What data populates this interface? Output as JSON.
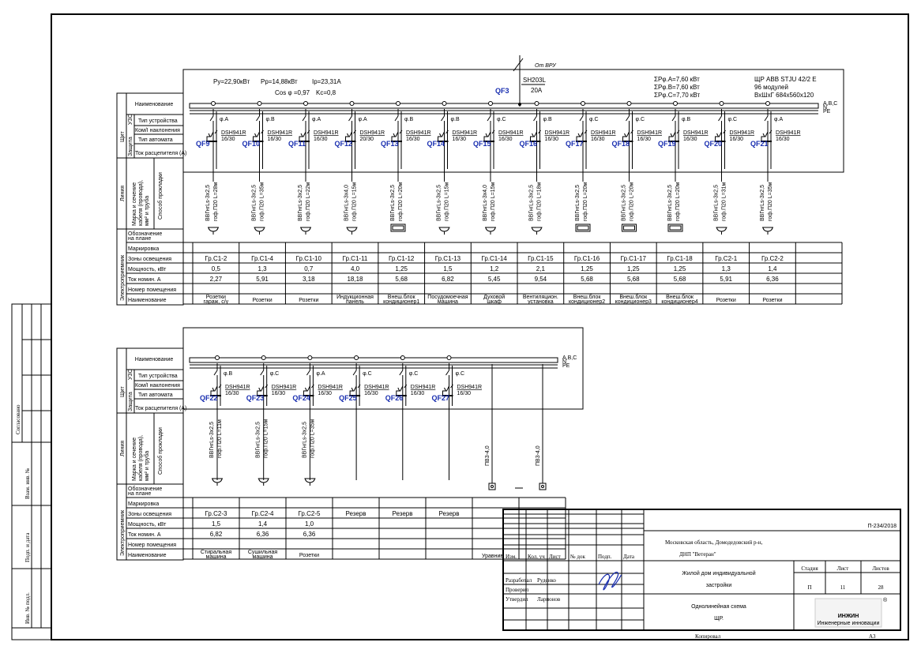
{
  "panel1": {
    "params": {
      "py": "Py=22,90кВт",
      "pp": "Pp=14,88кВт",
      "ip": "Ip=23,31A",
      "cos": "Cos φ =0,97",
      "kc": "Kc=0,8"
    },
    "phase_sums": [
      "ΣPφ.A=7,60  кВт",
      "ΣPφ.B=7,60  кВт",
      "ΣPφ.C=7,70  кВт"
    ],
    "cabinet": [
      "ЩР  ABB  STJU  42/2  E",
      "96  модулей",
      "ВхШхГ  684x560x120"
    ],
    "input": {
      "source": "От ВРУ",
      "breaker": "QF3",
      "model": "SH203L",
      "rating": "20A"
    },
    "bus_label": [
      "A,B,C",
      "N",
      "PE"
    ],
    "columns": [
      {
        "qf": "QF9",
        "phase": "φ.A",
        "type": "DSH941R",
        "rating": "16/30",
        "cable": "ВВГнгLs-3х2,5",
        "route": "гоф.П20  L=28м",
        "symbol": "socket",
        "group": "Гр.С1-2",
        "power": "0,5",
        "current": "2,27",
        "name": "Розетки гараж, с/у"
      },
      {
        "qf": "QF10",
        "phase": "φ.B",
        "type": "DSH941R",
        "rating": "16/30",
        "cable": "ВВГнгLs-3х2,5",
        "route": "гоф.П20  L=35м",
        "symbol": "socket",
        "group": "Гр.С1-4",
        "power": "1,3",
        "current": "5,91",
        "name": "Розетки"
      },
      {
        "qf": "QF11",
        "phase": "φ.A",
        "type": "DSH941R",
        "rating": "16/30",
        "cable": "ВВГнгLs-3х2,5",
        "route": "гоф.П20  L=22м",
        "symbol": "socket",
        "group": "Гр.С1-10",
        "power": "0,7",
        "current": "3,18",
        "name": "Розетки"
      },
      {
        "qf": "QF12",
        "phase": "φ.A",
        "type": "DSH941R",
        "rating": "20/30",
        "cable": "ВВГнгLs-3х4,0",
        "route": "гоф.П20  L=15м",
        "symbol": "socket",
        "group": "Гр.С1-11",
        "power": "4,0",
        "current": "18,18",
        "name": "Индукционная панель"
      },
      {
        "qf": "QF13",
        "phase": "φ.B",
        "type": "DSH941R",
        "rating": "16/30",
        "cable": "ВВГнгLs-3х2,5",
        "route": "гоф.П20  L=20м",
        "symbol": "box",
        "group": "Гр.С1-12",
        "power": "1,25",
        "current": "5,68",
        "name": "Внеш.блок кондиционер1"
      },
      {
        "qf": "QF14",
        "phase": "φ.B",
        "type": "DSH941R",
        "rating": "16/30",
        "cable": "ВВГнгLs-3х2,5",
        "route": "гоф.П20  L=15м",
        "symbol": "socket",
        "group": "Гр.С1-13",
        "power": "1,5",
        "current": "6,82",
        "name": "Посудомоечная машина"
      },
      {
        "qf": "QF15",
        "phase": "φ.C",
        "type": "DSH941R",
        "rating": "16/30",
        "cable": "ВВГнгLs-3х4,0",
        "route": "гоф.П20  L=15м",
        "symbol": "socket",
        "group": "Гр.С1-14",
        "power": "1,2",
        "current": "5,45",
        "name": "Духовой шкаф"
      },
      {
        "qf": "QF16",
        "phase": "φ.B",
        "type": "DSH941R",
        "rating": "16/30",
        "cable": "ВВГнгLs-3х2,5",
        "route": "гоф.П20  L=18м",
        "symbol": "socket",
        "group": "Гр.С1-15",
        "power": "2,1",
        "current": "9,54",
        "name": "Вентиляцион. установка"
      },
      {
        "qf": "QF17",
        "phase": "φ.C",
        "type": "DSH941R",
        "rating": "16/30",
        "cable": "ВВГнгLs-3х2,5",
        "route": "гоф.П20  L=20м",
        "symbol": "box",
        "group": "Гр.С1-16",
        "power": "1,25",
        "current": "5,68",
        "name": "Внеш.блок кондиционер2"
      },
      {
        "qf": "QF18",
        "phase": "φ.C",
        "type": "DSH941R",
        "rating": "16/30",
        "cable": "ВВГнгLs-3х2,5",
        "route": "гоф.П20  L=20м",
        "symbol": "box",
        "group": "Гр.С1-17",
        "power": "1,25",
        "current": "5,68",
        "name": "Внеш.блок кондиционер3"
      },
      {
        "qf": "QF19",
        "phase": "φ.B",
        "type": "DSH941R",
        "rating": "16/30",
        "cable": "ВВГнгLs-3х2,5",
        "route": "гоф.П20  L=20м",
        "symbol": "box",
        "group": "Гр.С1-18",
        "power": "1,25",
        "current": "5,68",
        "name": "Внеш.блок кондиционер4"
      },
      {
        "qf": "QF20",
        "phase": "φ.C",
        "type": "DSH941R",
        "rating": "16/30",
        "cable": "ВВГнгLs-3х2,5",
        "route": "гоф.П20  L=31м",
        "symbol": "socket",
        "group": "Гр.С2-1",
        "power": "1,3",
        "current": "5,91",
        "name": "Розетки"
      },
      {
        "qf": "QF21",
        "phase": "φ.A",
        "type": "DSH941R",
        "rating": "16/30",
        "cable": "ВВГнгLs-3х2,5",
        "route": "гоф.П20  L=35м",
        "symbol": "socket",
        "group": "Гр.С2-2",
        "power": "1,4",
        "current": "6,36",
        "name": "Розетки"
      }
    ]
  },
  "panel2": {
    "bus_label": [
      "A,B,C",
      "N",
      "PE"
    ],
    "columns": [
      {
        "qf": "QF22",
        "phase": "φ.B",
        "type": "DSH941R",
        "rating": "16/30",
        "cable": "ВВГнгLs-3х2,5",
        "route": "гоф.П20  L=11м",
        "symbol": "socket",
        "group": "Гр.С2-3",
        "power": "1,5",
        "current": "6,82",
        "name": "Стиральная машина"
      },
      {
        "qf": "QF23",
        "phase": "φ.C",
        "type": "DSH941R",
        "rating": "16/30",
        "cable": "ВВГнгLs-3х2,5",
        "route": "гоф.П20  L=15м",
        "symbol": "socket",
        "group": "Гр.С2-4",
        "power": "1,4",
        "current": "6,36",
        "name": "Сушильная машина"
      },
      {
        "qf": "QF24",
        "phase": "φ.A",
        "type": "DSH941R",
        "rating": "16/30",
        "cable": "ВВГнгLs-3х2,5",
        "route": "гоф.П20  L=35м",
        "symbol": "socket",
        "group": "Гр.С2-5",
        "power": "1,0",
        "current": "6,36",
        "name": "Розетки"
      },
      {
        "qf": "QF25",
        "phase": "φ.C",
        "type": "DSH941R",
        "rating": "16/30",
        "cable": "",
        "route": "",
        "symbol": "none",
        "group": "Резерв",
        "power": "",
        "current": "",
        "name": ""
      },
      {
        "qf": "QF26",
        "phase": "φ.C",
        "type": "DSH941R",
        "rating": "16/30",
        "cable": "",
        "route": "",
        "symbol": "none",
        "group": "Резерв",
        "power": "",
        "current": "",
        "name": ""
      },
      {
        "qf": "QF27",
        "phase": "φ.C",
        "type": "DSH941R",
        "rating": "16/30",
        "cable": "",
        "route": "",
        "symbol": "none",
        "group": "Резерв",
        "power": "",
        "current": "",
        "name": ""
      }
    ],
    "pe_lines": [
      {
        "cable": "ПВ3-4,0"
      },
      {
        "cable": "ПВ3-4,0"
      }
    ],
    "pe_name": "Уравнив"
  },
  "row_headers": {
    "naimenovanie": "Наименование",
    "shit": "Щит",
    "uzo": "УЗО",
    "zashita": "Защита",
    "tip_ustr": "Тип устройства",
    "kom": "Ком/I наклонения",
    "tip_avt": "Тип автомата",
    "tok_rasc": "Ток расцепителя (А)",
    "liniya": "Линия",
    "marka": [
      "Марка и сечение",
      "кабеля (провода),",
      "мм² и труба"
    ],
    "sposob": "Способ прокладки",
    "elektropriemnik": "Электроприемник",
    "oboznachenie": [
      "Обозначение",
      "на плане"
    ],
    "markirovka": "Маркировка",
    "zony": "Зоны освещения",
    "moshnost": "Мощность, кВт",
    "tok_nom": "Ток номин. А",
    "nomer": "Номер помещения",
    "naim2": "Наименование"
  },
  "title_block": {
    "doc_number": "П-234/2018",
    "location": [
      "Московская область, Домодедовский р-н,",
      "ДНП \"Ветеран\""
    ],
    "object": [
      "Жилой дом индивидуальной",
      "застройки"
    ],
    "sheet_title": [
      "Однолинейная схема",
      "ЩР."
    ],
    "col_headers": [
      "Изм.",
      "Кол. уч",
      "Лист",
      "№ док",
      "Подп.",
      "Дата"
    ],
    "roles": [
      {
        "role": "Разработал",
        "name": "Руденко"
      },
      {
        "role": "Проверил",
        "name": ""
      },
      {
        "role": "Утвердил",
        "name": "Ларионов"
      }
    ],
    "stage_label": "Стадия",
    "sheet_label": "Лист",
    "sheets_label": "Листов",
    "stage": "П",
    "sheet": "11",
    "sheets": "28",
    "logo": "ИНЖИН",
    "logo_sub": "Инженерные инновации",
    "copied": "Копировал",
    "format": "А3"
  },
  "side_strip": {
    "agreed": "Согласовано",
    "replace": "Взам. инв. №",
    "sign_date": "Подп. и дата",
    "inv": "Инв. № подл."
  }
}
